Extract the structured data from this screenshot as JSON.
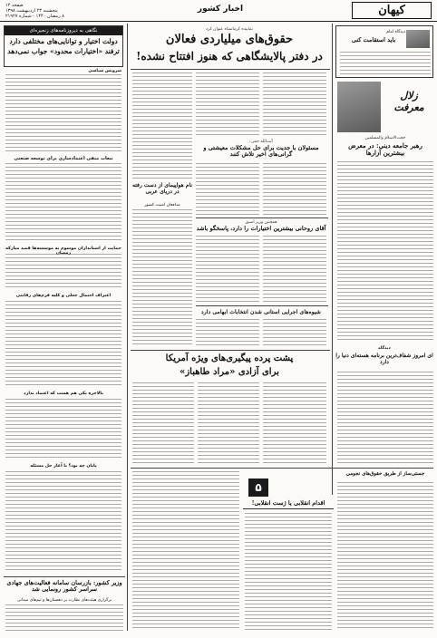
{
  "header": {
    "masthead": "کیهان",
    "section": "اخبار کشور",
    "page_no": "صفحه ۱۲",
    "date_line": "پنجشنبه ۲۳ اردیبهشت ۱۳۹۸",
    "issue_line": "۸ رمضان ۱۴۴۰ - شماره ۲۱۹۲۷"
  },
  "left_column": {
    "box_title": "نگاهی به دیروزنامه‌های زنجیره‌ای",
    "lead_headline": "دولت اختیار و توانایی‌های مختلفی دارد",
    "lead_sub": "ترفند «اختیارات محدود» جواب نمی‌دهد",
    "subhead_1": "سرویس سیاسی",
    "subhead_2": "تبعات منفی اعتمادسازی برای توسعه صنعتی",
    "subhead_3": "حمایت از استانداران موسوم به موسسه‌ها قصد مبارکه رمضان",
    "subhead_4": "اعتراف احتمال جعلی و کلیه فرم‌های رقابتی",
    "subhead_5": "بالاخره یکی هم هست که اعتماد ندارد",
    "subhead_6": "پایان چه بود؟ با آغاز حل مسئله",
    "bottom_headline": "وزیر کشور: بازرسان سامانه فعالیت‌های جهادی سراسر کشور رونمایی شد",
    "bottom_sub": "برگزاری هیئت‌های نظارت بر دهستان‌ها و تیم‌های میدانی"
  },
  "center": {
    "lead_kicker": "نماینده کرمانشاه عنوان کرد",
    "lead_headline_1": "حقوق‌های میلیاردی فعالان",
    "lead_headline_2": "در دفتر پالایشگاهی که هنوز افتتاح نشده!",
    "sea_headline": "نام هواپیمای از دست رفته در دریای عربی",
    "sea_sub": "مدافعان امنیت کشور",
    "economy_kicker": "آیت‌الله جنتی:",
    "economy_headline": "مسئولان با جدیت برای حل مشکلات معیشتی و گرانی‌های اخیر تلاش کنند",
    "rouhani_kicker": "همچنین وزیر اسبق",
    "rouhani_headline": "آقای روحانی بیشترین اختیارات را دارد، پاسخگو باشد",
    "vote_headline": "شیوه‌های اجرایی استانی شدن انتخابات ابهامی دارد",
    "main_headline_1": "پشت پرده پیگیری‌های ویژه آمریکا",
    "main_headline_2": "برای آزادی «مراد طاهباز»",
    "revolution_banner": "اقدام انقلابی یا ژست انقلابی!",
    "revolution_number": "۵"
  },
  "right_column": {
    "top_kicker": "دیدگاه امام",
    "top_headline": "باید استقامت کنی",
    "feature_title": "زلال معرفت",
    "speaker_kicker": "حجت‌الاسلام والمسلمین",
    "speaker_headline": "رهبر جامعه دینی: در معرض بیشترین آزارها",
    "note_title": "دیدگاه",
    "note_headline": "ای امروز شفاف‌ترین برنامه هسته‌ای دنیا را دارد",
    "detect_headline": "جستی‌ساز از طریق حقوق‌های نجومی"
  },
  "colors": {
    "ink": "#111111",
    "paper": "#fbfaf7",
    "rule": "#444444",
    "banner": "#1b1b1b"
  }
}
